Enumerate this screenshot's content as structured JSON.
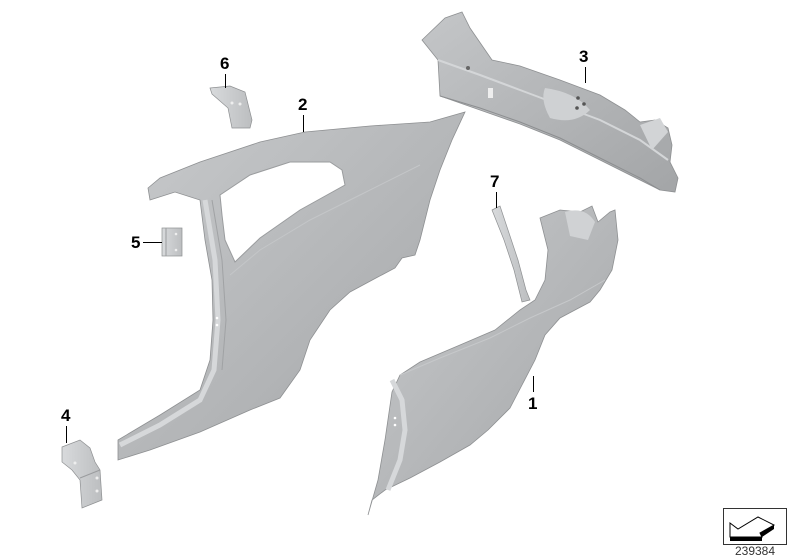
{
  "diagram": {
    "type": "exploded-parts-diagram",
    "background": "#ffffff",
    "part_color": "#b4b6b8",
    "part_shade": "#9a9c9e",
    "part_highlight": "#d2d4d6",
    "callouts": [
      {
        "id": "1",
        "label": "1",
        "part": "rear-side-panel-right"
      },
      {
        "id": "2",
        "label": "2",
        "part": "rear-side-panel-left"
      },
      {
        "id": "3",
        "label": "3",
        "part": "rear-panel-crossmember"
      },
      {
        "id": "4",
        "label": "4",
        "part": "bracket-lower"
      },
      {
        "id": "5",
        "label": "5",
        "part": "small-reinforcement-plate"
      },
      {
        "id": "6",
        "label": "6",
        "part": "curved-bracket-upper"
      },
      {
        "id": "7",
        "label": "7",
        "part": "wheel-arch-strip"
      }
    ],
    "reference": {
      "number": "239384",
      "icon": "arrow-down-left-icon"
    }
  }
}
